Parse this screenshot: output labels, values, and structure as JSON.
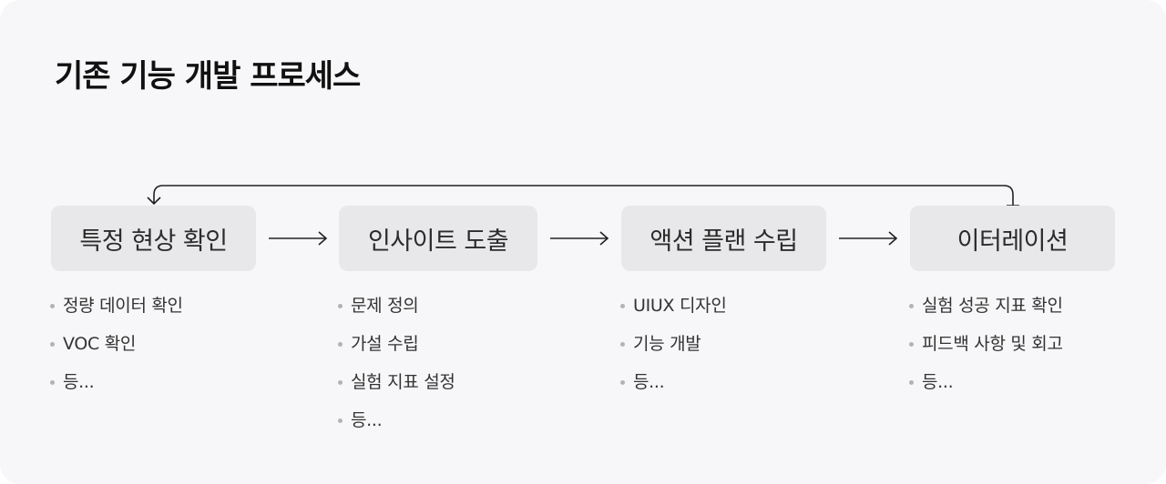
{
  "title": "기존 기능 개발 프로세스",
  "steps": [
    {
      "label": "특정 현상 확인",
      "items": [
        "정량 데이터 확인",
        "VOC 확인",
        "등..."
      ]
    },
    {
      "label": "인사이트 도출",
      "items": [
        "문제 정의",
        "가설 수립",
        "실험 지표 설정",
        "등..."
      ]
    },
    {
      "label": "액션 플랜 수립",
      "items": [
        "UIUX 디자인",
        "기능 개발",
        "등..."
      ]
    },
    {
      "label": "이터레이션",
      "items": [
        "실험 성공 지표 확인",
        "피드백 사항 및 회고",
        "등..."
      ]
    }
  ],
  "colors": {
    "background": "#f7f7f9",
    "box": "#e8e8ea",
    "arrow": "#222222",
    "bullet": "#b3b3b3"
  }
}
